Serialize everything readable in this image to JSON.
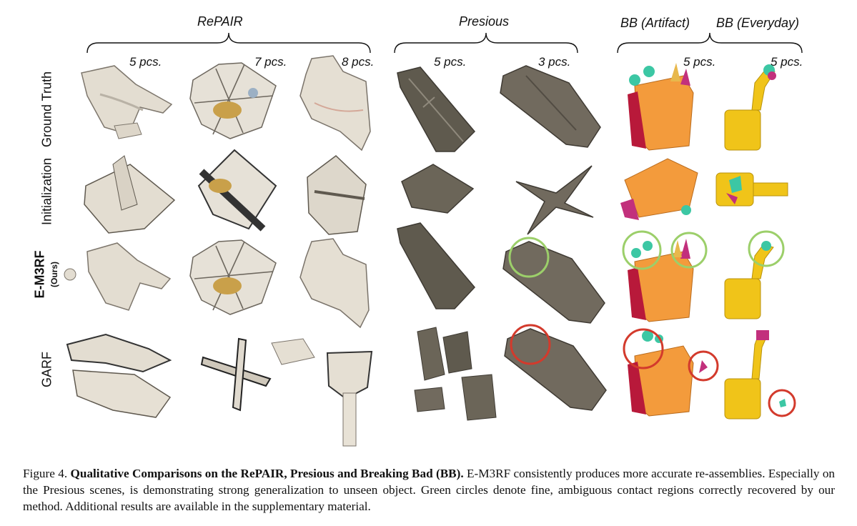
{
  "groups": [
    {
      "label": "RePAIR"
    },
    {
      "label": "Presious"
    },
    {
      "label": "BB (Artifact)"
    },
    {
      "label": "BB (Everyday)"
    }
  ],
  "columns": [
    "5 pcs.",
    "7 pcs.",
    "8 pcs.",
    "5 pcs.",
    "3 pcs.",
    "5 pcs.",
    "5 pcs."
  ],
  "rows": [
    {
      "label": "Ground Truth"
    },
    {
      "label": "Initialization"
    },
    {
      "label": "E-M3RF",
      "sublabel": "(Ours)"
    },
    {
      "label": "GARF"
    }
  ],
  "caption": {
    "prefix": "Figure 4.",
    "title": "Qualitative Comparisons on the RePAIR, Presious and Breaking Bad (BB).",
    "body": "E-M3RF consistently produces more accurate re-assemblies.  Especially on the Presious scenes, is demonstrating strong generalization to unseen object.  Green circles denote fine, ambiguous contact regions correctly recovered by our method. Additional results are available in the supplementary material."
  },
  "colors": {
    "fresco": "#e4ded2",
    "stone": "#6b6558",
    "artifact_orange": "#f29a3c",
    "artifact_red": "#b8193a",
    "artifact_teal": "#3cc7a4",
    "artifact_magenta": "#c2307c",
    "bottle_yellow": "#f0c419",
    "good_circle": "#9ccf6a",
    "bad_circle": "#d33a2c"
  }
}
